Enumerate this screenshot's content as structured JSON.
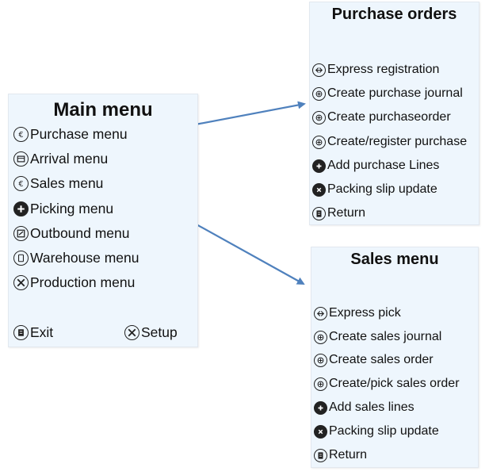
{
  "main_menu": {
    "title": "Main menu",
    "items": [
      {
        "label": "Purchase menu",
        "icon": "purchase-icon"
      },
      {
        "label": "Arrival menu",
        "icon": "arrival-icon"
      },
      {
        "label": "Sales menu",
        "icon": "sales-icon"
      },
      {
        "label": "Picking menu",
        "icon": "picking-icon"
      },
      {
        "label": "Outbound menu",
        "icon": "outbound-icon"
      },
      {
        "label": "Warehouse menu",
        "icon": "warehouse-icon"
      },
      {
        "label": "Production menu",
        "icon": "production-icon"
      }
    ],
    "exit_label": "Exit",
    "setup_label": "Setup"
  },
  "purchase_orders": {
    "title": "Purchase orders",
    "items": [
      {
        "label": "Express registration",
        "icon": "express-icon"
      },
      {
        "label": "Create purchase journal",
        "icon": "create-icon"
      },
      {
        "label": "Create purchaseorder",
        "icon": "create-icon"
      },
      {
        "label": "Create/register purchase",
        "icon": "create-icon"
      },
      {
        "label": "Add purchase Lines",
        "icon": "add-icon"
      },
      {
        "label": "Packing slip update",
        "icon": "packing-icon"
      },
      {
        "label": "Return",
        "icon": "return-icon"
      }
    ]
  },
  "sales_menu": {
    "title": "Sales menu",
    "items": [
      {
        "label": "Express pick",
        "icon": "express-icon"
      },
      {
        "label": "Create sales journal",
        "icon": "create-icon"
      },
      {
        "label": "Create sales order",
        "icon": "create-icon"
      },
      {
        "label": "Create/pick sales order",
        "icon": "create-icon"
      },
      {
        "label": "Add sales lines",
        "icon": "add-icon"
      },
      {
        "label": "Packing slip update",
        "icon": "packing-icon"
      },
      {
        "label": "Return",
        "icon": "return-icon"
      }
    ]
  },
  "colors": {
    "panel_background": "#eef6fd",
    "arrow": "#4f81bd"
  }
}
